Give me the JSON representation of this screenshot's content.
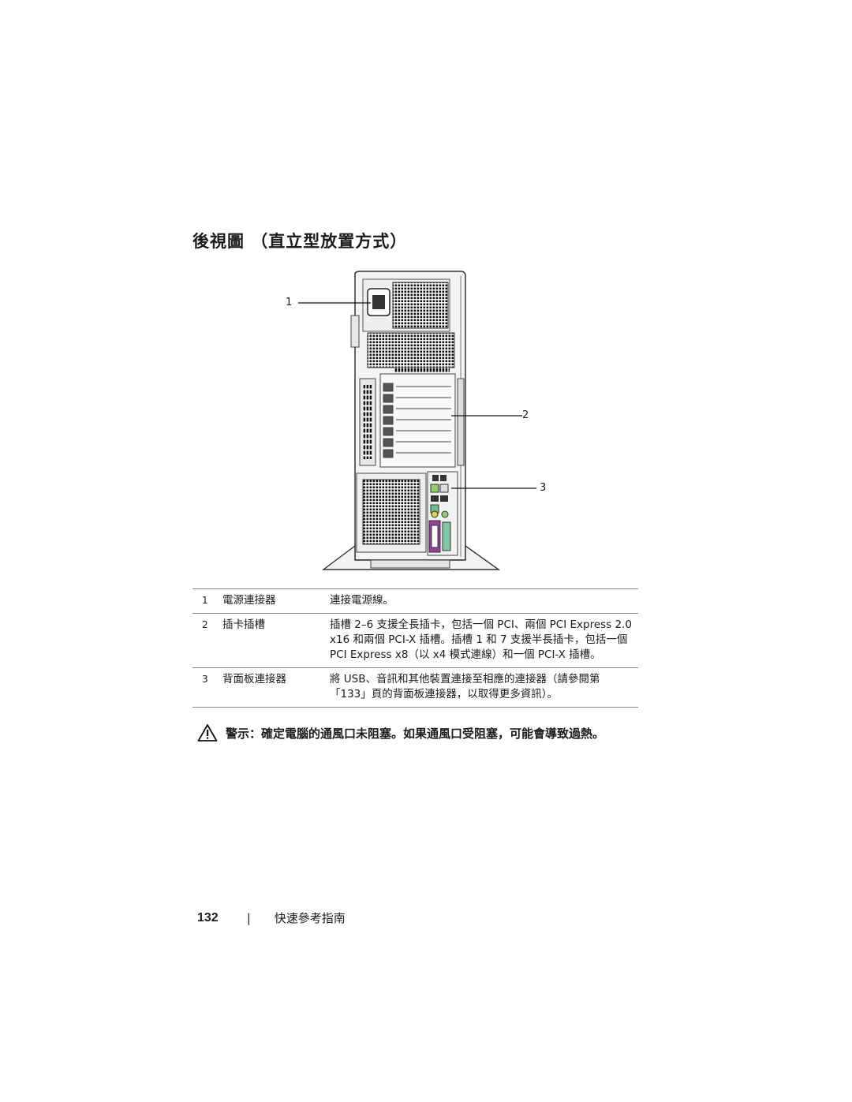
{
  "heading": "後視圖 （直立型放置方式）",
  "callouts": [
    "1",
    "2",
    "3"
  ],
  "legend": [
    {
      "num": "1",
      "name": "電源連接器",
      "desc": "連接電源線。"
    },
    {
      "num": "2",
      "name": "插卡插槽",
      "desc": "插槽 2–6 支援全長插卡，包括一個 PCI、兩個 PCI Express 2.0 x16 和兩個 PCI-X 插槽。插槽 1 和 7 支援半長插卡，包括一個 PCI Express x8（以 x4 模式連線）和一個 PCI-X 插槽。"
    },
    {
      "num": "3",
      "name": "背面板連接器",
      "desc": "將 USB、音訊和其他裝置連接至相應的連接器（請參閱第 「133」頁的背面板連接器，以取得更多資訊）。"
    }
  ],
  "warning": {
    "icon": "warning-triangle-icon",
    "text": "警示：確定電腦的通風口未阻塞。如果通風口受阻塞，可能會導致過熱。"
  },
  "footer": {
    "page_number": "132",
    "separator": "|",
    "doc_title": "快速參考指南"
  }
}
